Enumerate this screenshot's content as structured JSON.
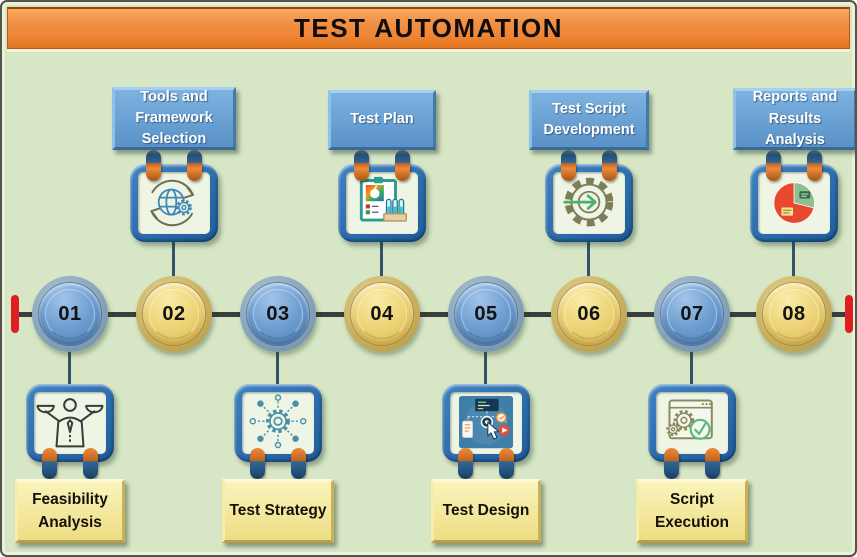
{
  "title": "TEST AUTOMATION",
  "steps": [
    {
      "number": "01",
      "label": "Feasibility Analysis",
      "side": "bottom",
      "node_color": "blue",
      "icon": "person-balance-icon"
    },
    {
      "number": "02",
      "label": "Tools and Framework Selection",
      "side": "top",
      "node_color": "yellow",
      "icon": "globe-gear-refresh-icon"
    },
    {
      "number": "03",
      "label": "Test Strategy",
      "side": "bottom",
      "node_color": "blue",
      "icon": "gear-network-icon"
    },
    {
      "number": "04",
      "label": "Test Plan",
      "side": "top",
      "node_color": "yellow",
      "icon": "test-plan-board-icon"
    },
    {
      "number": "05",
      "label": "Test Design",
      "side": "bottom",
      "node_color": "blue",
      "icon": "ui-design-hand-icon"
    },
    {
      "number": "06",
      "label": "Test Script Development",
      "side": "top",
      "node_color": "yellow",
      "icon": "gear-forward-arrow-icon"
    },
    {
      "number": "07",
      "label": "Script Execution",
      "side": "bottom",
      "node_color": "blue",
      "icon": "browser-gears-check-icon"
    },
    {
      "number": "08",
      "label": "Reports and Results Analysis",
      "side": "top",
      "node_color": "yellow",
      "icon": "pie-chart-icon"
    }
  ],
  "colors": {
    "header_bar": "#EE8534",
    "background": "#D7E7C6",
    "node_blue": "#6F9FD0",
    "node_yellow": "#EDD57B",
    "label_blue": "#5E97CB",
    "label_yellow": "#F2E49A",
    "frame_blue": "#2E6FAE",
    "pin_orange": "#DD7426",
    "pin_navy": "#2A587F",
    "timeline": "#3D3D3D",
    "endpoint_red": "#DE1F1F"
  }
}
